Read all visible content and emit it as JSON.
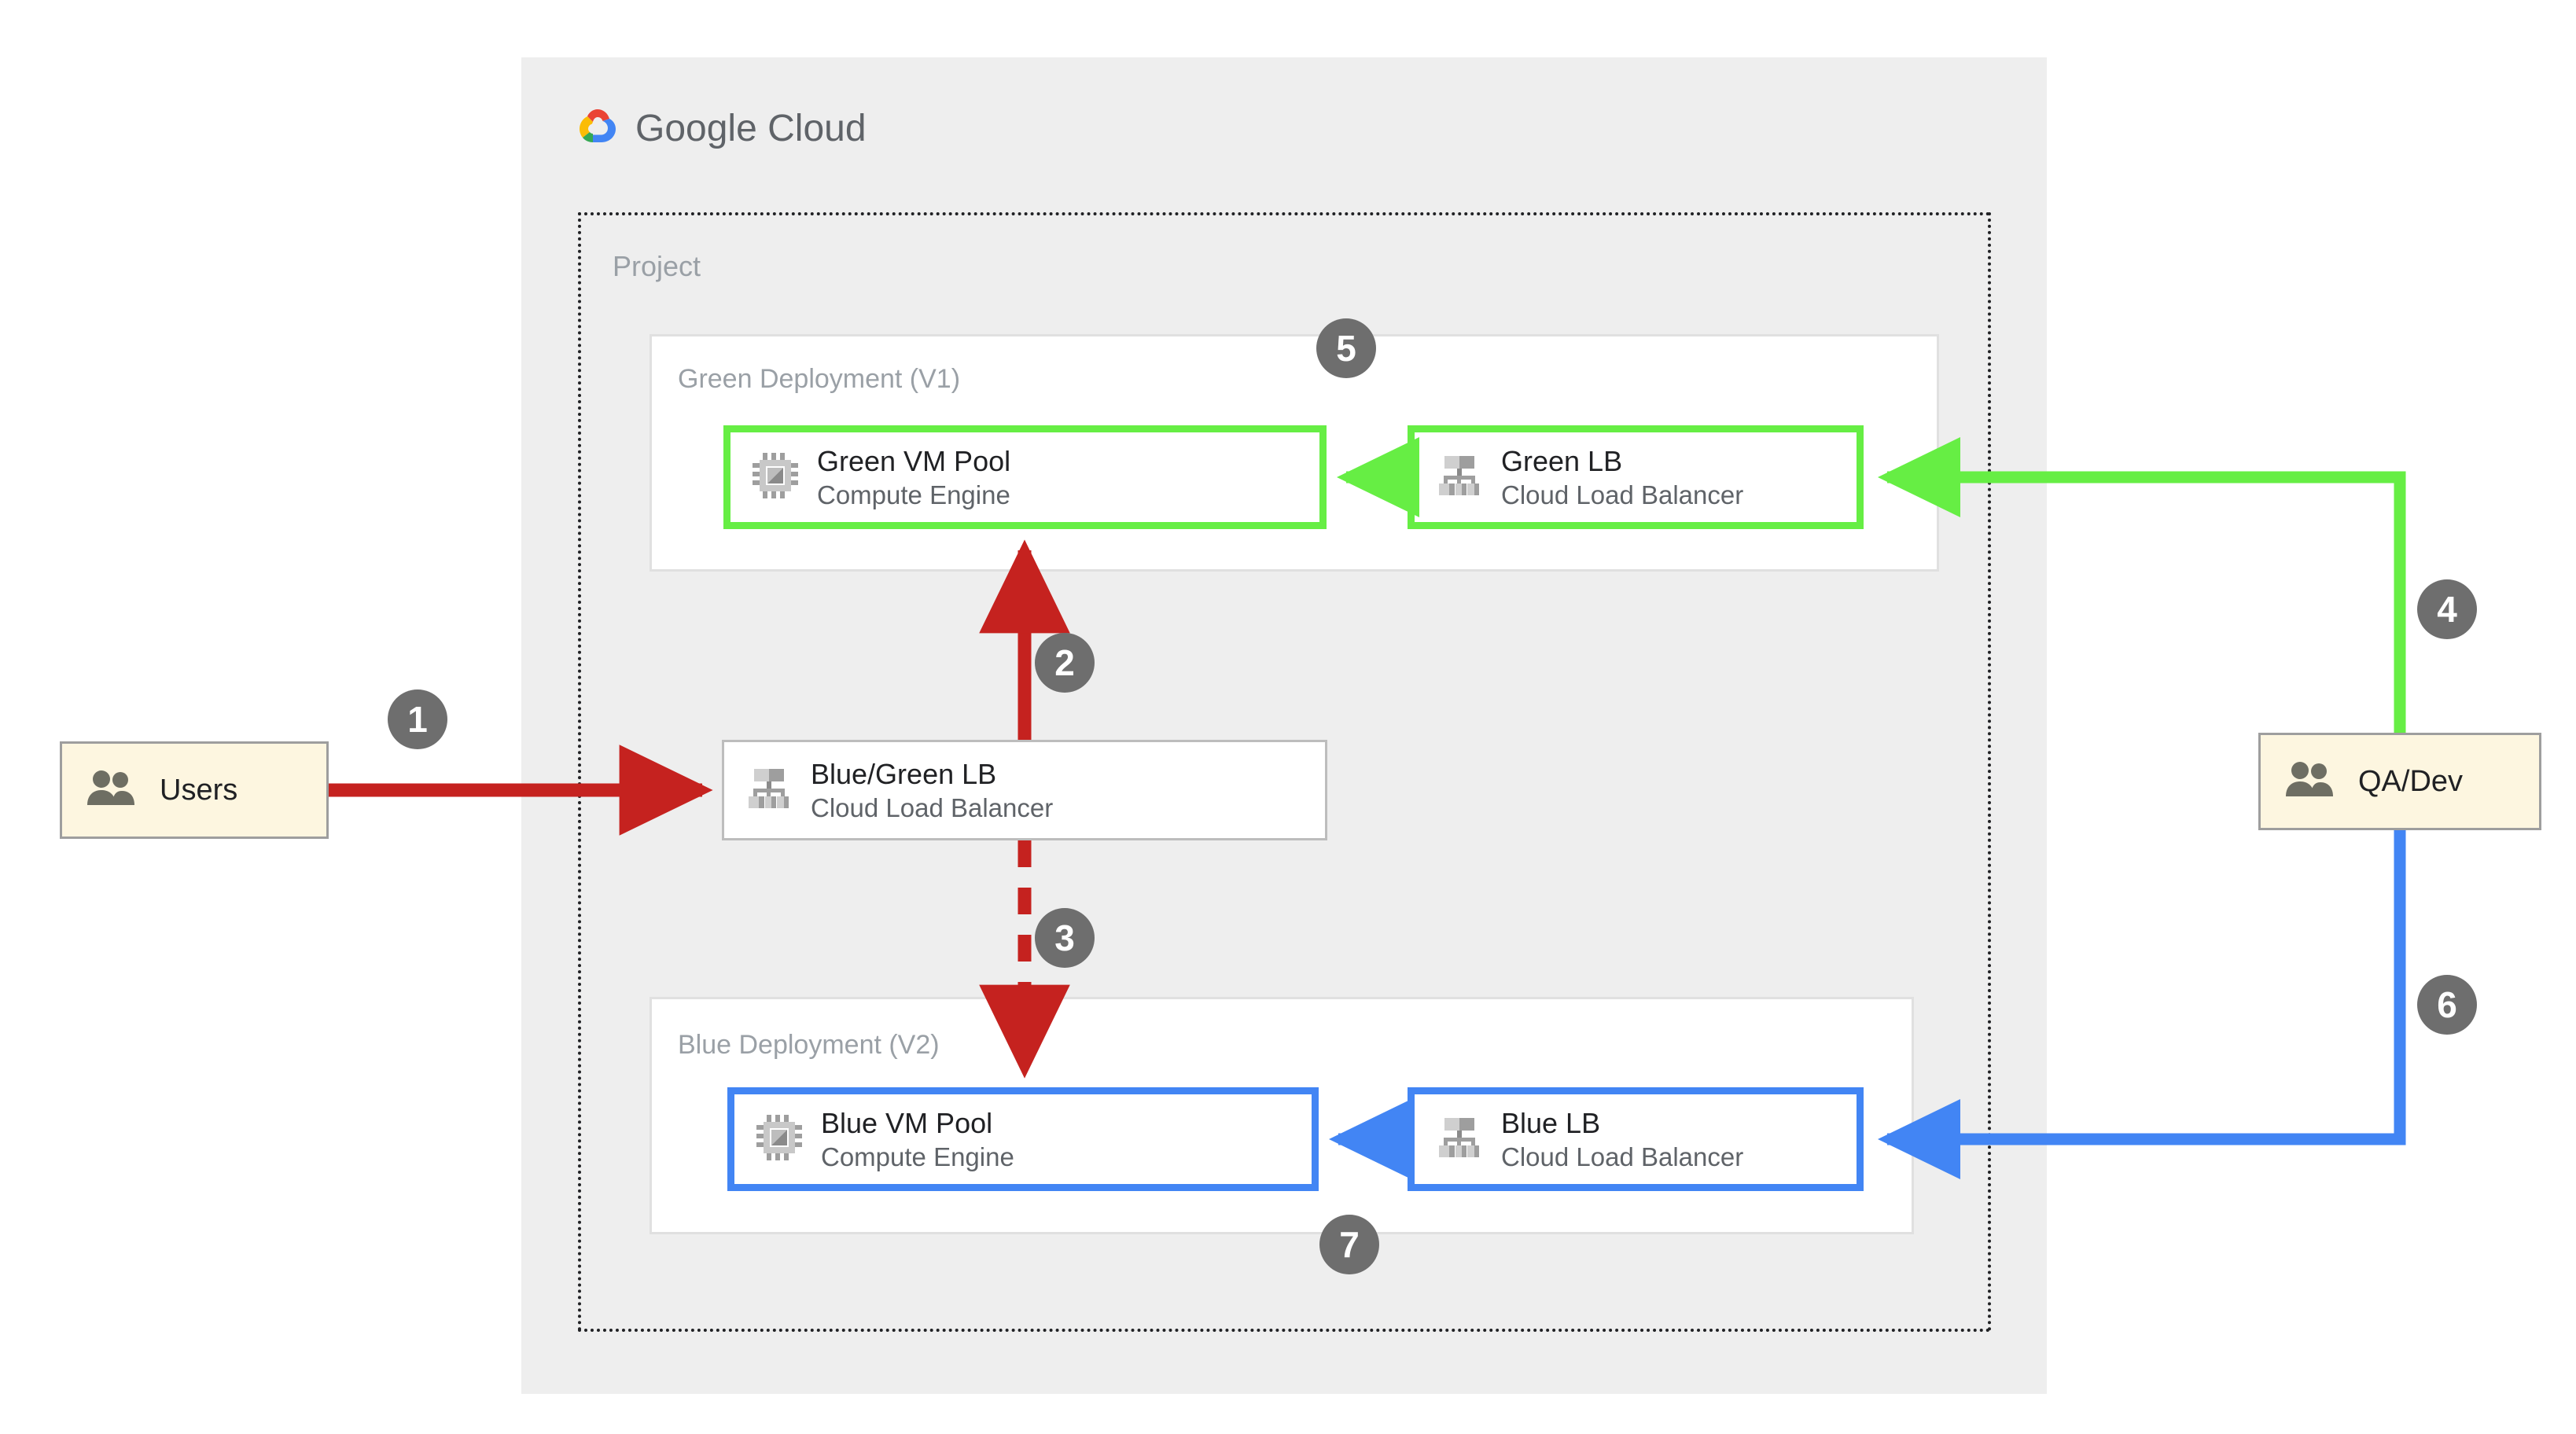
{
  "cloud": {
    "brand_name_bold": "Google",
    "brand_name_light": "Cloud",
    "logo_icon": "google-cloud-logo-icon"
  },
  "project": {
    "label": "Project"
  },
  "deployments": [
    {
      "id": "green",
      "label": "Green Deployment (V1)",
      "accent_color": "#66ee44",
      "nodes": [
        {
          "id": "green-vm",
          "title": "Green VM Pool",
          "subtitle": "Compute Engine",
          "icon": "cpu-chip-icon"
        },
        {
          "id": "green-lb",
          "title": "Green LB",
          "subtitle": "Cloud Load Balancer",
          "icon": "load-balancer-icon"
        }
      ]
    },
    {
      "id": "blue",
      "label": "Blue Deployment (V2)",
      "accent_color": "#4285f4",
      "nodes": [
        {
          "id": "blue-vm",
          "title": "Blue VM Pool",
          "subtitle": "Compute Engine",
          "icon": "cpu-chip-icon"
        },
        {
          "id": "blue-lb",
          "title": "Blue LB",
          "subtitle": "Cloud Load Balancer",
          "icon": "load-balancer-icon"
        }
      ]
    }
  ],
  "router": {
    "id": "bg-lb",
    "title": "Blue/Green LB",
    "subtitle": "Cloud Load Balancer",
    "icon": "load-balancer-icon",
    "border_color": "#bdbdbd"
  },
  "actors": [
    {
      "id": "users",
      "title": "Users",
      "icon": "users-group-icon",
      "fill": "#fdf6e0"
    },
    {
      "id": "qa-dev",
      "title": "QA/Dev",
      "icon": "users-group-icon",
      "fill": "#fdf6e0"
    }
  ],
  "steps": [
    {
      "number": "1",
      "from": "users",
      "to": "bg-lb",
      "color": "#c5221f",
      "style": "solid"
    },
    {
      "number": "2",
      "from": "bg-lb",
      "to": "green-vm",
      "color": "#c5221f",
      "style": "solid"
    },
    {
      "number": "3",
      "from": "bg-lb",
      "to": "blue-vm",
      "color": "#c5221f",
      "style": "dashed"
    },
    {
      "number": "4",
      "from": "qa-dev",
      "to": "green-lb",
      "color": "#66ee44",
      "style": "solid"
    },
    {
      "number": "5",
      "target": "green-deploy",
      "color": "#6e6e6e"
    },
    {
      "number": "6",
      "from": "qa-dev",
      "to": "blue-lb",
      "color": "#4285f4",
      "style": "solid"
    },
    {
      "number": "7",
      "target": "blue-deploy",
      "color": "#6e6e6e"
    }
  ],
  "colors": {
    "panel_bg": "#eeeeee",
    "green_accent": "#66ee44",
    "blue_accent": "#4285f4",
    "red_accent": "#c5221f",
    "badge_gray": "#6e6e6e",
    "muted_text": "#9aa0a6",
    "body_text": "#202124",
    "sub_text": "#5f6368"
  }
}
